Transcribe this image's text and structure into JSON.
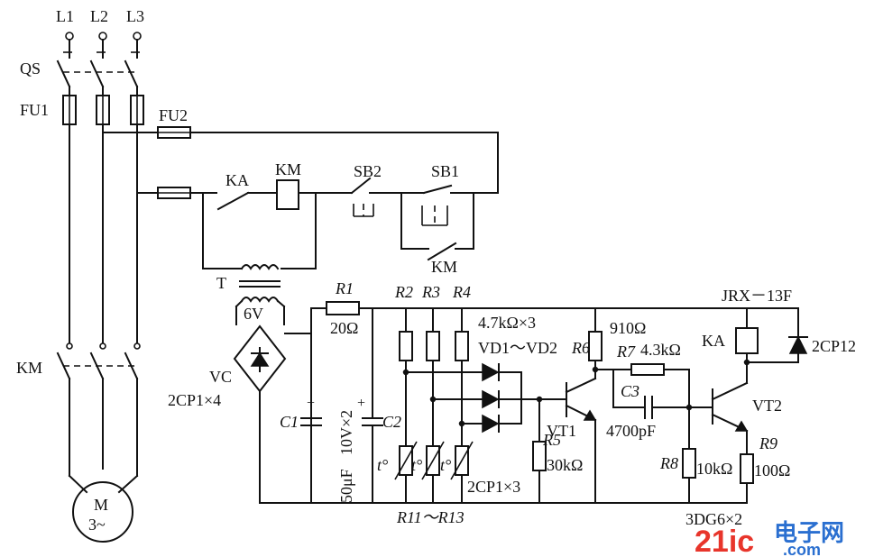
{
  "labels": {
    "L1": "L1",
    "L2": "L2",
    "L3": "L3",
    "QS": "QS",
    "FU1": "FU1",
    "FU2": "FU2",
    "KA_contact": "KA",
    "KM_coil": "KM",
    "SB2": "SB2",
    "SB1": "SB1",
    "KM_hold": "KM",
    "T": "T",
    "v6": "6V",
    "VC": "VC",
    "VC_spec": "2CP1×4",
    "KM_main": "KM",
    "motor_M": "M",
    "motor_phase": "3~",
    "R1": "R1",
    "R1_val": "20Ω",
    "R2": "R2",
    "R3": "R3",
    "R4": "R4",
    "R2_val": "4.7kΩ×3",
    "VD": "VD1～VD2",
    "C1": "C1",
    "C2": "C2",
    "cap_val": "10V×2",
    "cap_val2": "50μF",
    "Rt": "R11～R13",
    "diode_spec": "2CP1×3",
    "R5": "R5",
    "R5_val": "30kΩ",
    "R6": "R6",
    "R6_val": "910Ω",
    "R7": "R7",
    "R7_val": "4.3kΩ",
    "C3": "C3",
    "C3_val": "4700pF",
    "VT1": "VT1",
    "VT2": "VT2",
    "R8": "R8",
    "R8_val": "10kΩ",
    "R9": "R9",
    "R9_val": "100Ω",
    "relay": "JRX－13F",
    "KA_coil": "KA",
    "zener": "2CP12",
    "transistor_spec": "3DG6×2",
    "t1": "t°",
    "t2": "t°",
    "t3": "t°"
  },
  "watermark": {
    "text1": "21ic",
    "text2": "电子网",
    "text3": ".com",
    "color_red": "#e8352b",
    "color_blue": "#2a6fd0"
  }
}
